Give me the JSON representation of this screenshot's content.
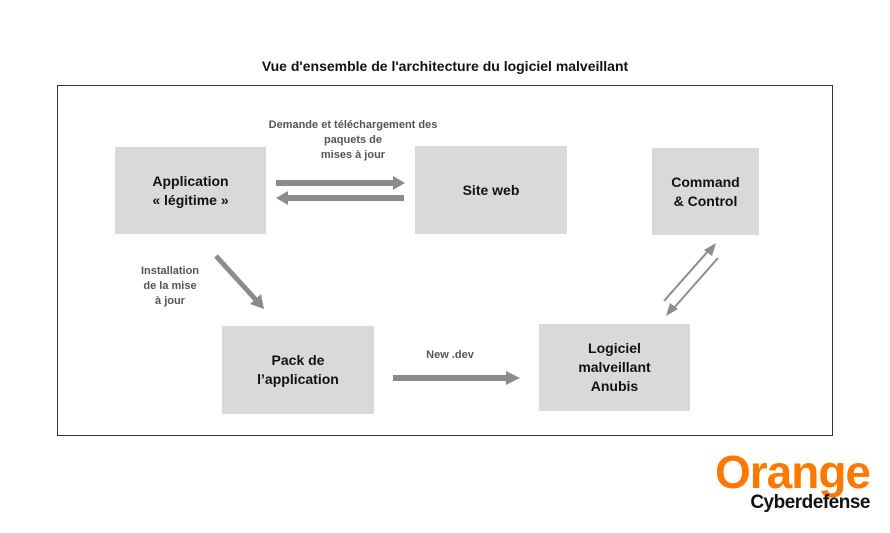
{
  "title": "Vue d'ensemble de l'architecture du logiciel malveillant",
  "nodes": {
    "application": [
      "Application",
      "« légitime »"
    ],
    "site_web": [
      "Site web"
    ],
    "command_control": [
      "Command",
      "& Control"
    ],
    "pack": [
      "Pack de",
      "l’application"
    ],
    "anubis": [
      "Logiciel",
      "malveillant",
      "Anubis"
    ]
  },
  "edge_labels": {
    "download": [
      "Demande et téléchargement des",
      "paquets de",
      "mises à jour"
    ],
    "install": [
      "Installation",
      "de la mise",
      "à jour"
    ],
    "new_dev": [
      "New .dev"
    ]
  },
  "colors": {
    "box_fill": "#d9d9d9",
    "arrow": "#8c8c8c",
    "brand_orange": "#ff7900"
  },
  "logo": {
    "brand": "Orange",
    "sub": "Cyberdefense"
  }
}
